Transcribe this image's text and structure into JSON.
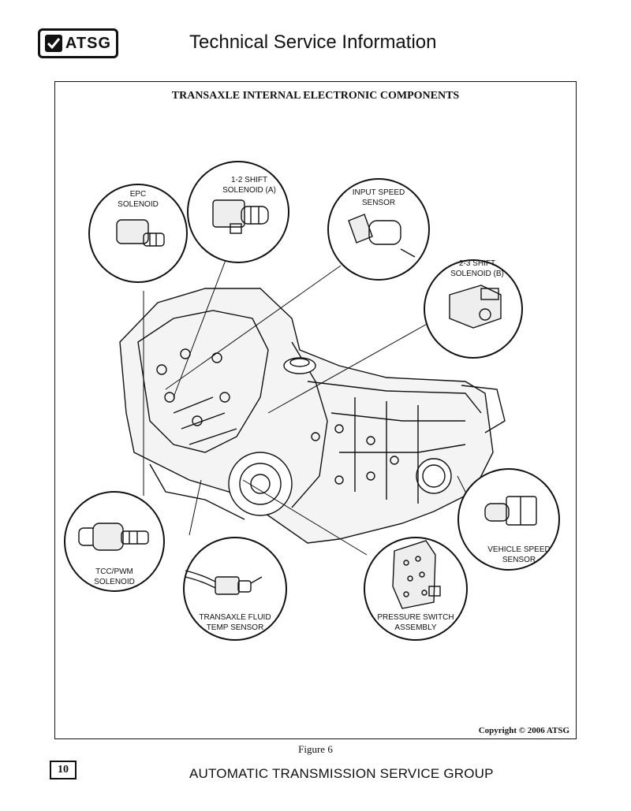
{
  "header": {
    "logo_text": "ATSG",
    "title": "Technical Service Information"
  },
  "diagram": {
    "title": "TRANSAXLE INTERNAL ELECTRONIC COMPONENTS",
    "copyright": "Copyright © 2006 ATSG",
    "callouts": {
      "epc": [
        "EPC",
        "SOLENOID"
      ],
      "shift12": [
        "1-2 SHIFT",
        "SOLENOID (A)"
      ],
      "iss": [
        "INPUT SPEED",
        "SENSOR"
      ],
      "shift23": [
        "2-3 SHIFT",
        "SOLENOID (B)"
      ],
      "vss": [
        "VEHICLE SPEED",
        "SENSOR"
      ],
      "pss": [
        "PRESSURE SWITCH",
        "ASSEMBLY"
      ],
      "tft": [
        "TRANSAXLE FLUID",
        "TEMP SENSOR"
      ],
      "tcc": [
        "TCC/PWM",
        "SOLENOID"
      ]
    }
  },
  "caption": "Figure 6",
  "footer": {
    "page_number": "10",
    "text": "AUTOMATIC TRANSMISSION SERVICE GROUP"
  }
}
